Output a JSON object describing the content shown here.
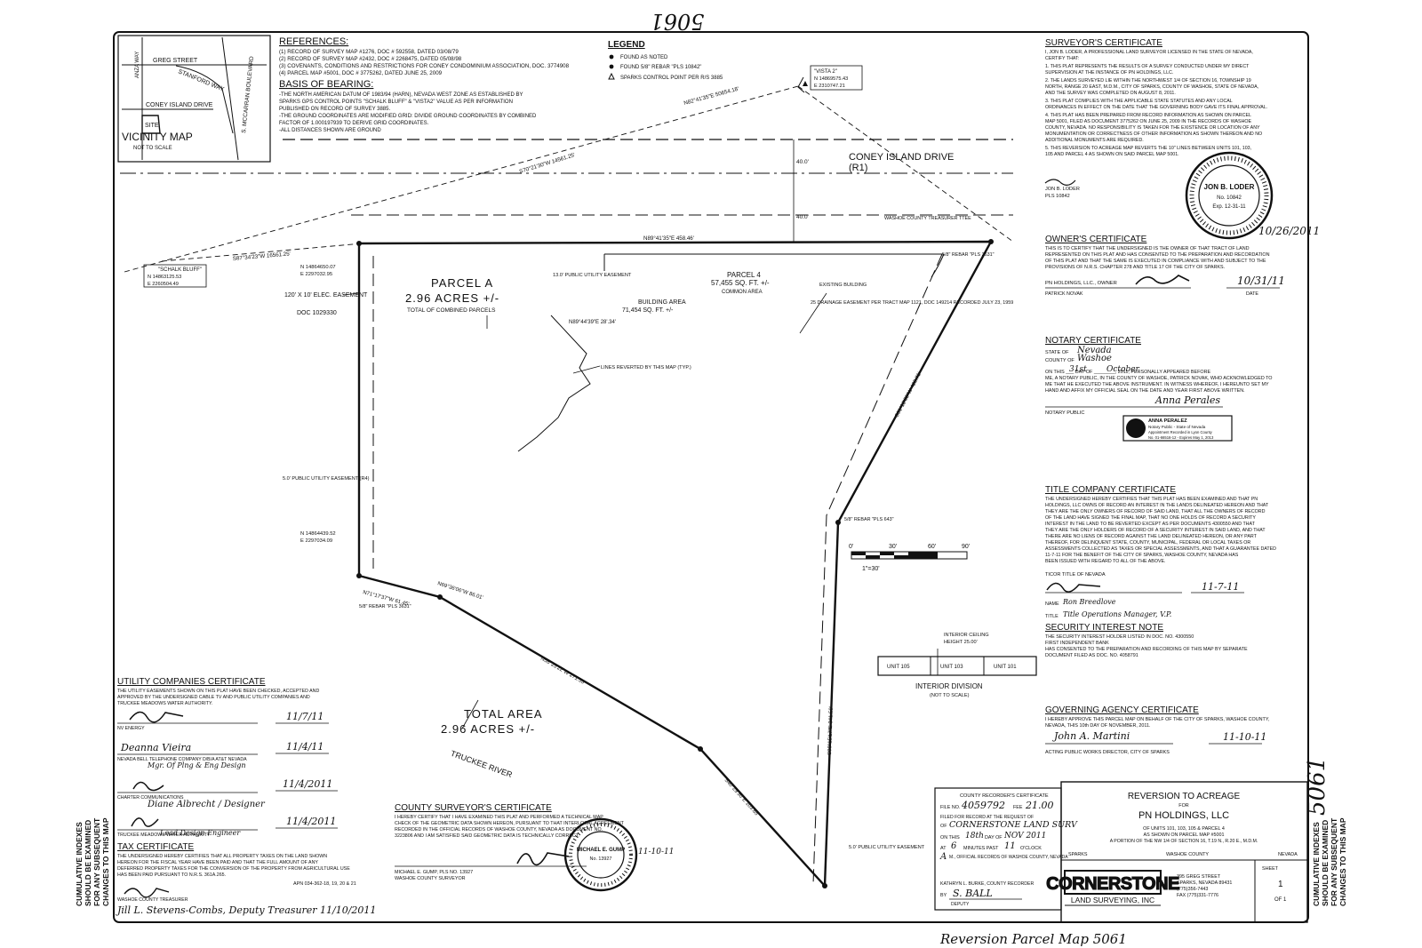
{
  "sheet_number_top": "5061",
  "sheet_number_side": "5061",
  "footer_handwritten": "Reversion Parcel Map 5061",
  "references": {
    "heading": "REFERENCES:",
    "items": [
      "(1) RECORD OF SURVEY MAP #1276, DOC # 592558, DATED 03/08/79",
      "(2) RECORD OF SURVEY MAP #2432, DOC # 2268475, DATED 05/08/98",
      "(3) COVENANTS, CONDITIONS AND RESTRICTIONS FOR CONEY CONDOMINIUM ASSOCIATION, DOC. 3774908",
      "(4) PARCEL MAP #5001, DOC # 3775262, DATED JUNE 25, 2009"
    ]
  },
  "basis_of_bearing": {
    "heading": "BASIS OF BEARING:",
    "lines": [
      "-THE NORTH AMERICAN DATUM OF 1983/94 (HARN), NEVADA WEST ZONE AS ESTABLISHED BY",
      "SPARKS GPS CONTROL POINTS \"SCHALK BLUFF\" & \"VISTA2\" VALUE AS PER INFORMATION",
      "PUBLISHED ON RECORD OF SURVEY 3885.",
      "-THE GROUND COORDINATES ARE MODIFIED GRID: DIVIDE GROUND COORDINATES BY COMBINED",
      "FACTOR OF 1.000197939 TO DERIVE GRID COORDINATES.",
      "-ALL DISTANCES SHOWN ARE GROUND"
    ]
  },
  "legend": {
    "heading": "LEGEND",
    "items": [
      "FOUND AS NOTED",
      "FOUND 5/8\" REBAR \"PLS 10842\"",
      "SPARKS CONTROL POINT PER R/S 3885"
    ]
  },
  "vicinity_map": {
    "title": "VICINITY MAP",
    "subtitle": "NOT TO SCALE",
    "labels": [
      "GREG STREET",
      "STANFORD WAY",
      "CONEY ISLAND DRIVE",
      "SITE",
      "S. MCCARRAN BOULEVARD",
      "ANZA WAY"
    ]
  },
  "plat": {
    "street": "CONEY ISLAND DRIVE",
    "street_ref": "(R1)",
    "street_width_a": "40.0'",
    "street_width_b": "40.0'",
    "parcel_a": "PARCEL A",
    "parcel_a_area": "2.96 ACRES +/-",
    "parcel_a_note": "TOTAL OF COMBINED PARCELS",
    "parcel_4": "PARCEL 4",
    "parcel_4_area": "57,455 SQ. FT. +/-",
    "parcel_4_note": "COMMON AREA",
    "building_area": "BUILDING AREA",
    "building_area_sqft": "71,454 SQ. FT. +/-",
    "existing_building": "EXISTING BUILDING",
    "total_area": "TOTAL AREA",
    "total_area_acres": "2.96 ACRES +/-",
    "river": "TRUCKEE RIVER",
    "schalk_bluff": "\"SCHALK BLUFF\"",
    "schalk_n": "N 14863125.53",
    "schalk_e": "E 2260504.49",
    "vista": "\"VISTA 2\"",
    "vista_n": "N 14869575.43",
    "vista_e": "E 2310747.21",
    "bearing_top": "N89°41'35\"E 458.46'",
    "bearing_vista": "N82°41'35\"E 50654.18'",
    "bearing_schalk": "S70°21'30\"W 14561.25'",
    "bearing_left": "S87°34'23\"W 16561.25'",
    "bearing_reverted": "N89°44'39\"E 28'.34'",
    "bearing_right": "S31°12'30\"W 420.71'",
    "bearing_bottom": "N71°17'37\"W 61.45'",
    "bearing_curve": "N69°36'06\"W 86.01'",
    "bearing_long": "N56°25'22\"W 271.53'",
    "bearing_end": "S40°29'30\"E 103.65'",
    "bearing_east": "S00°15'17\"E 341.59'",
    "coord_top": "N 14864650.07",
    "coord_top_e": "E 2297032.95",
    "coord_bottom": "N 14864439.52",
    "coord_bottom_e": "E 2297034.09",
    "elec_easement": "120' X 10' ELEC. EASEMENT",
    "elec_doc": "DOC 1029330",
    "utility_easement": "5.0' PUBLIC UTILITY EASEMENT (R4)",
    "utility_easement_2": "13.0' PUBLIC UTILITY EASEMENT",
    "drainage_easement": "25 DRAINAGE EASEMENT PER TRACT MAP 1121, DOC 149214 RECORDED JULY 23, 1959",
    "lines_reverted": "LINES REVERTED BY THIS MAP (TYP.)",
    "rebar_1": "5/8\" REBAR \"PLS 3631\"",
    "rebar_2": "5/8\" REBAR \"PLS 643\"",
    "rebar_3": "5/8\" REBAR \"PLS 3631\"",
    "washoe_treasurer": "WASHOE COUNTY TREASURER TTEE",
    "scale_ticks": [
      "0'",
      "30'",
      "60'",
      "90'"
    ],
    "scale_label": "1\"=30'",
    "interior_ceiling": "INTERIOR CEILING",
    "interior_height": "HEIGHT 25.00'",
    "interior_title": "INTERIOR DIVISION",
    "interior_sub": "(NOT TO SCALE)",
    "units": [
      "UNIT 105",
      "UNIT 103",
      "UNIT 101"
    ],
    "utility_bottom": "5.0' PUBLIC UTILITY EASEMENT"
  },
  "surveyor_certificate": {
    "heading": "SURVEYOR'S CERTIFICATE",
    "lines": [
      "I, JON B. LODER, A PROFESSIONAL LAND SURVEYOR LICENSED IN THE STATE OF NEVADA,",
      "CERTIFY THAT:",
      "1. THIS PLAT REPRESENTS THE RESULTS OF A SURVEY CONDUCTED UNDER MY DIRECT",
      "SUPERVISION AT THE INSTANCE OF PN HOLDINGS, LLC.",
      "2. THE LANDS SURVEYED LIE WITHIN THE NORTHWEST 1/4 OF SECTION 16, TOWNSHIP 19",
      "NORTH, RANGE 20 EAST, M.D.M., CITY OF SPARKS, COUNTY OF WASHOE, STATE OF NEVADA,",
      "AND THE SURVEY WAS COMPLETED ON AUGUST 8, 2011.",
      "3. THIS PLAT COMPLIES WITH THE APPLICABLE STATE STATUTES AND ANY LOCAL",
      "ORDINANCES IN EFFECT ON THE DATE THAT THE GOVERNING BODY GAVE ITS FINAL APPROVAL.",
      "4. THIS PLAT HAS BEEN PREPARED FROM RECORD INFORMATION AS SHOWN ON PARCEL",
      "MAP 5001, FILED AS DOCUMENT 3775262 ON JUNE 25, 2009 IN THE RECORDS OF WASHOE",
      "COUNTY, NEVADA. NO RESPONSIBILITY IS TAKEN FOR THE EXISTENCE OR LOCATION OF ANY",
      "MONUMENTATION OR CORRECTNESS OF OTHER INFORMATION AS SHOWN THEREON AND NO",
      "ADDITIONAL MONUMENTS ARE REQUIRED.",
      "5. THIS REVERSION TO ACREAGE MAP REVERTS THE 10\" LINES BETWEEN UNITS 101, 103,",
      "105 AND PARCEL 4 AS SHOWN ON SAID PARCEL MAP 5001."
    ],
    "signer": "JON B. LODER",
    "signer_pls": "PLS 10842",
    "seal_name": "JON B. LODER",
    "seal_num": "No. 10842",
    "seal_exp": "Exp. 12-31-11",
    "seal_date": "10/26/2011"
  },
  "owner_certificate": {
    "heading": "OWNER'S CERTIFICATE",
    "lines": [
      "THIS IS TO CERTIFY THAT THE UNDERSIGNED IS THE OWNER OF THAT TRACT OF LAND",
      "REPRESENTED ON THIS PLAT AND HAS CONSENTED TO THE PREPARATION AND RECORDATION",
      "OF THIS PLAT AND THAT THE SAME IS EXECUTED IN COMPLIANCE WITH AND SUBJECT TO THE",
      "PROVISIONS OF N.R.S. CHAPTER 278 AND TITLE 17 OF THE CITY OF SPARKS."
    ],
    "owner": "PN HOLDINGS, LLC., OWNER",
    "signer": "PATRICK NOVAK",
    "date": "10/31/11",
    "date_label": "DATE"
  },
  "notary_certificate": {
    "heading": "NOTARY CERTIFICATE",
    "state": "Nevada",
    "county": "Washoe",
    "day": "31st",
    "month": "October",
    "lines": [
      "ON THIS ___ DAY OF ________, 2011, PERSONALLY APPEARED BEFORE",
      "ME, A NOTARY PUBLIC, IN THE COUNTY OF WASHOE, PATRICK NOVAK, WHO ACKNOWLEDGED TO",
      "ME THAT HE EXECUTED THE ABOVE INSTRUMENT. IN WITNESS WHEREOF, I HEREUNTO SET MY",
      "HAND AND AFFIX MY OFFICIAL SEAL ON THE DATE AND YEAR FIRST ABOVE WRITTEN."
    ],
    "label": "NOTARY PUBLIC",
    "signature": "Anna Perales",
    "seal_name": "ANNA PERALEZ",
    "seal_1": "Notary Public - State of Nevada",
    "seal_2": "Appointment Recorded in Lyon County",
    "seal_3": "No. 01-66516-12 - Expires May 1, 2013"
  },
  "title_certificate": {
    "heading": "TITLE COMPANY CERTIFICATE",
    "lines": [
      "THE UNDERSIGNED HEREBY CERTIFIES THAT THIS PLAT HAS BEEN EXAMINED AND THAT PN",
      "HOLDINGS, LLC OWNS OF RECORD AN INTEREST IN THE LANDS DELINEATED HEREON AND THAT",
      "THEY ARE THE ONLY OWNERS OF RECORD OF SAID LAND, THAT ALL THE OWNERS OF RECORD",
      "OF THE LAND HAVE SIGNED THE FINAL MAP, THAT NO ONE HOLDS OF RECORD A SECURITY",
      "INTEREST IN THE LAND TO BE REVERTED EXCEPT AS PER DOCUMENTS 4300550 AND THAT",
      "THEY ARE THE ONLY HOLDERS OF RECORD OF A SECURITY INTEREST IN SAID LAND, AND THAT",
      "THERE ARE NO LIENS OF RECORD AGAINST THE LAND DELINEATED HEREON, OR ANY PART",
      "THEREOF, FOR DELINQUENT STATE, COUNTY, MUNICIPAL, FEDERAL OR LOCAL TAXES OR",
      "ASSESSMENTS COLLECTED AS TAXES OR SPECIAL ASSESSMENTS, AND THAT A GUARANTEE DATED",
      "11-7-11 FOR THE BENEFIT OF THE CITY OF SPARKS, WASHOE COUNTY, NEVADA HAS",
      "BEEN ISSUED WITH REGARD TO ALL OF THE ABOVE."
    ],
    "company": "TICOR TITLE OF NEVADA",
    "date": "11-7-11",
    "name": "Ron Breedlove",
    "title": "Title Operations Manager, V.P."
  },
  "security_note": {
    "heading": "SECURITY INTEREST NOTE",
    "lines": [
      "THE SECURITY INTEREST HOLDER LISTED IN DOC. NO. 4300550",
      "FIRST INDEPENDENT BANK",
      "HAS CONSENTED TO THE PREPARATION AND RECORDING OF THIS MAP BY SEPARATE",
      "DOCUMENT FILED AS DOC. NO. 4058791"
    ]
  },
  "governing_certificate": {
    "heading": "GOVERNING AGENCY CERTIFICATE",
    "lines": [
      "I HEREBY APPROVE THIS PARCEL MAP ON BEHALF OF THE CITY OF SPARKS, WASHOE COUNTY,",
      "NEVADA, THIS 10th DAY OF NOVEMBER, 2011."
    ],
    "signer": "John A. Martini",
    "printed": "ACTING PUBLIC WORKS DIRECTOR, CITY OF SPARKS",
    "date": "11-10-11"
  },
  "utility_certificate": {
    "heading": "UTILITY COMPANIES CERTIFICATE",
    "lines": [
      "THE UTILITY EASEMENTS SHOWN ON THIS PLAT HAVE BEEN CHECKED, ACCEPTED AND",
      "APPROVED BY THE UNDERSIGNED CABLE TV AND PUBLIC UTILITY COMPANIES AND",
      "TRUCKEE MEADOWS WATER AUTHORITY."
    ],
    "rows": [
      {
        "org": "NV ENERGY",
        "date": "11/7/11"
      },
      {
        "org": "NEVADA BELL TELEPHONE COMPANY D/B/A AT&T NEVADA",
        "date": "11/4/11"
      },
      {
        "org": "CHARTER COMMUNICATIONS",
        "date": "11/4/2011"
      },
      {
        "org": "TRUCKEE MEADOWS WATER AUTHORITY",
        "date": "11/4/2011"
      }
    ],
    "sig_2": "Deanna Vieira",
    "sig_2_title": "Mgr. Of Plng & Eng Design",
    "sig_3": "Diane Albrecht / Designer",
    "sig_4": "Lead Design Engineer"
  },
  "tax_certificate": {
    "heading": "TAX CERTIFICATE",
    "lines": [
      "THE UNDERSIGNED HEREBY CERTIFIES THAT ALL PROPERTY TAXES ON THE LAND SHOWN",
      "HEREON FOR THE FISCAL YEAR HAVE BEEN PAID AND THAT THE FULL AMOUNT OF ANY",
      "DEFERRED PROPERTY TAXES FOR THE CONVERSION OF THE PROPERTY FROM AGRICULTURAL USE",
      "HAS BEEN PAID PURSUANT TO N.R.S. 361A.265."
    ],
    "apn": "APN 034-362-18, 19, 20 & 21",
    "label": "WASHOE COUNTY TREASURER",
    "signer": "Jill L. Stevens-Combs, Deputy Treasurer",
    "date": "11/10/2011"
  },
  "county_surveyor": {
    "heading": "COUNTY SURVEYOR'S CERTIFICATE",
    "lines": [
      "I HEREBY CERTIFY THAT I HAVE EXAMINED THIS PLAT AND PERFORMED A TECHNICAL MAP",
      "CHECK OF THE GEOMETRIC DATA SHOWN HEREON, PURSUANT TO THAT INTERLOCAL AGREEMENT",
      "RECORDED IN THE OFFICIAL RECORDS OF WASHOE COUNTY, NEVADA AS DOCUMENT NO.",
      "3223806 AND I AM SATISFIED SAID GEOMETRIC DATA IS TECHNICALLY CORRECT."
    ],
    "signer": "MICHAEL E. GUMP, PLS NO. 13927",
    "office": "WASHOE COUNTY SURVEYOR",
    "date": "11-10-11",
    "seal_name": "MICHAEL E. GUMP",
    "seal_num": "No. 13927"
  },
  "recorder": {
    "heading": "COUNTY RECORDER'S CERTIFICATE",
    "file_no": "4059792",
    "fee": "21.00",
    "filed": "FILED FOR RECORD AT THE REQUEST OF",
    "request": "CORNERSTONE LAND SURV",
    "day": "18th",
    "month": "NOV 2011",
    "minutes": "6",
    "hour": "11",
    "ampm": "A",
    "records": "M., OFFICIAL RECORDS OF WASHOE COUNTY, NEVADA",
    "recorder": "KATHRYN L. BURKE, COUNTY RECORDER",
    "deputy": "S. BALL",
    "deputy_label": "DEPUTY"
  },
  "title_block": {
    "title": "REVERSION TO ACREAGE",
    "for": "FOR",
    "client": "PN HOLDINGS, LLC",
    "desc_1": "OF UNITS 101, 103, 105 & PARCEL 4",
    "desc_2": "AS SHOWN ON PARCEL MAP #5001",
    "desc_3": "A PORTION OF THE NW 1/4 OF SECTION 16, T.19 N., R.20 E., M.D.M.",
    "city": "SPARKS",
    "county": "WASHOE COUNTY",
    "state": "NEVADA",
    "firm_top": "CORNERSTONE",
    "firm_bottom": "LAND SURVEYING, INC",
    "address": "395 GREG STREET",
    "address_2": "SPARKS, NEVADA 89431",
    "phone": "(775)356-7443",
    "fax": "FAX (775)331-7776",
    "sheet_label": "SHEET",
    "sheet": "1",
    "of": "OF 1"
  },
  "cumulative_left": [
    "CUMULATIVE INDEXES",
    "SHOULD BE EXAMINED",
    "FOR ANY SUBSEQUENT",
    "CHANGES TO THIS MAP"
  ],
  "cumulative_right": [
    "CUMULATIVE INDEXES",
    "SHOULD BE EXAMINED",
    "FOR ANY SUBSEQUENT",
    "CHANGES TO THIS MAP"
  ]
}
